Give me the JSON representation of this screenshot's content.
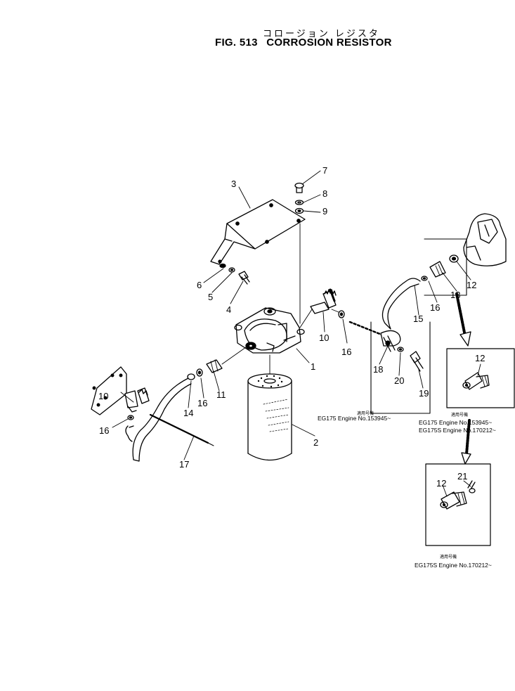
{
  "title": {
    "japanese": "コロージョン レジスタ",
    "fig_number": "FIG. 513",
    "name": "CORROSION RESISTOR"
  },
  "callouts": [
    "1",
    "2",
    "3",
    "4",
    "5",
    "6",
    "7",
    "8",
    "9",
    "10",
    "10",
    "11",
    "12",
    "12",
    "12",
    "13",
    "14",
    "15",
    "16",
    "16",
    "16",
    "16",
    "17",
    "18",
    "19",
    "20",
    "21"
  ],
  "notes": {
    "box1": {
      "jp": "適用号機",
      "lines": [
        "EG175  Engine No.153945~"
      ]
    },
    "box2": {
      "jp": "適用号機",
      "lines": [
        "EG175   Engine No.153945~",
        "EG175S  Engine No.170212~"
      ]
    },
    "box3": {
      "jp": "適用号機",
      "lines": [
        "EG175S  Engine No.170212~"
      ]
    }
  }
}
